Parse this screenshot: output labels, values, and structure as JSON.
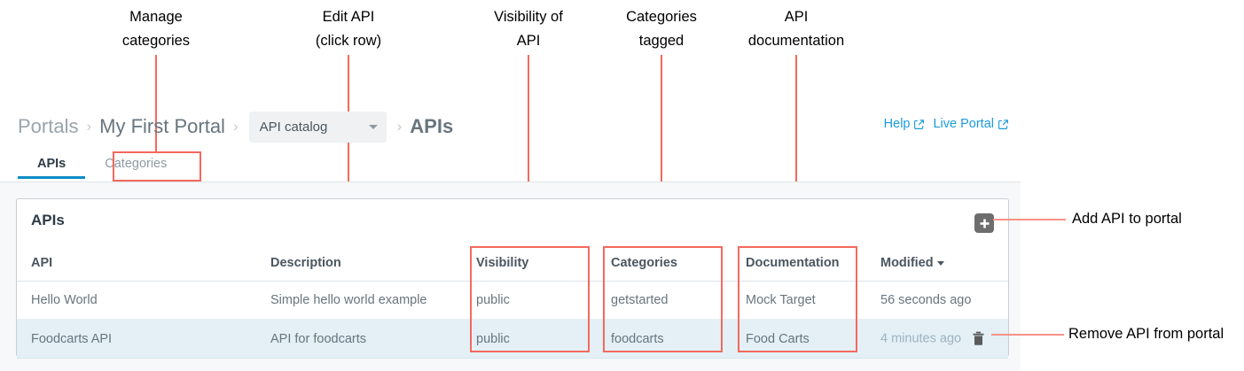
{
  "annotations": {
    "top": [
      {
        "key": "manage-categories",
        "text": "Manage\ncategories"
      },
      {
        "key": "edit-api",
        "text": "Edit API\n(click row)"
      },
      {
        "key": "visibility-of-api",
        "text": "Visibility of\nAPI"
      },
      {
        "key": "categories-tagged",
        "text": "Categories\ntagged"
      },
      {
        "key": "api-documentation",
        "text": "API\ndocumentation"
      }
    ],
    "right": [
      {
        "key": "add-api-to-portal",
        "text": "Add API to portal"
      },
      {
        "key": "remove-api-from-portal",
        "text": "Remove API from portal"
      }
    ],
    "line_color": "#f4695e",
    "connector_color": "#f79288"
  },
  "breadcrumb": {
    "items": [
      {
        "label": "Portals",
        "type": "link"
      },
      {
        "label": "My First Portal",
        "type": "link"
      }
    ],
    "separator": "›",
    "select": {
      "value": "API catalog",
      "icon": "chevron-down-icon"
    },
    "current": "APIs"
  },
  "header_links": [
    {
      "label": "Help",
      "icon": "external-link-icon"
    },
    {
      "label": "Live Portal",
      "icon": "external-link-icon"
    }
  ],
  "tabs": [
    {
      "label": "APIs",
      "active": true
    },
    {
      "label": "Categories",
      "active": false
    }
  ],
  "card": {
    "title": "APIs",
    "add_button": {
      "icon": "plus-icon",
      "label": ""
    },
    "columns": [
      "API",
      "Description",
      "Visibility",
      "Categories",
      "Documentation",
      "Modified"
    ],
    "sorted_column": "Modified",
    "sort_indicator": "descending",
    "rows": [
      {
        "api": "Hello World",
        "description": "Simple hello world example",
        "visibility": "public",
        "categories": "getstarted",
        "documentation": "Mock Target",
        "modified": "56 seconds ago",
        "selected": false,
        "delete_icon": ""
      },
      {
        "api": "Foodcarts API",
        "description": "API for foodcarts",
        "visibility": "public",
        "categories": "foodcarts",
        "documentation": "Food Carts",
        "modified": "4 minutes ago",
        "selected": true,
        "delete_icon": "trash-icon"
      }
    ]
  },
  "colors": {
    "accent_blue": "#0b8cc4",
    "link_blue": "#1b9bd8",
    "annotation_red": "#f4695e",
    "selected_row": "#e4f0f6",
    "page_bg": "#f7f8f9"
  }
}
